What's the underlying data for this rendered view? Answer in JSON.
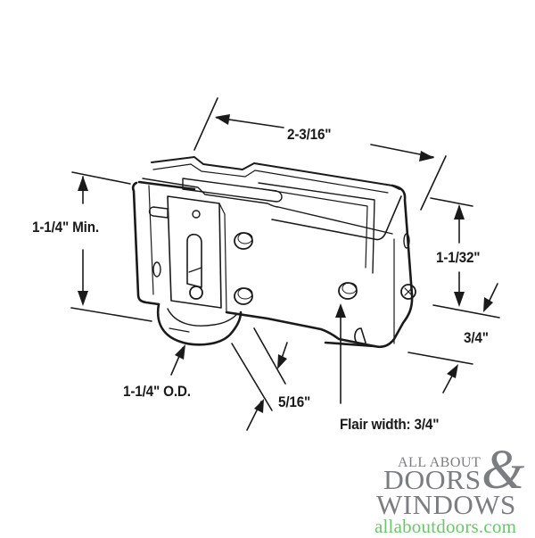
{
  "diagram": {
    "subject": "sliding door roller assembly",
    "line_color": "#1a1a1a",
    "dimensions": {
      "length": "2-3/16\"",
      "height_min": "1-1/4\" Min.",
      "body_height": "1-1/32\"",
      "flange_offset": "3/4\"",
      "wheel_diameter": "1-1/4\" O.D.",
      "wheel_width": "5/16\"",
      "flair_width": "Flair width: 3/4\""
    }
  },
  "logo": {
    "line1": "ALL ABOUT",
    "line2": "DOORS",
    "ampersand": "&",
    "line3": "WINDOWS",
    "url": "allaboutdoors.com",
    "text_color": "#7b7d80",
    "url_color": "#6cc46e"
  }
}
